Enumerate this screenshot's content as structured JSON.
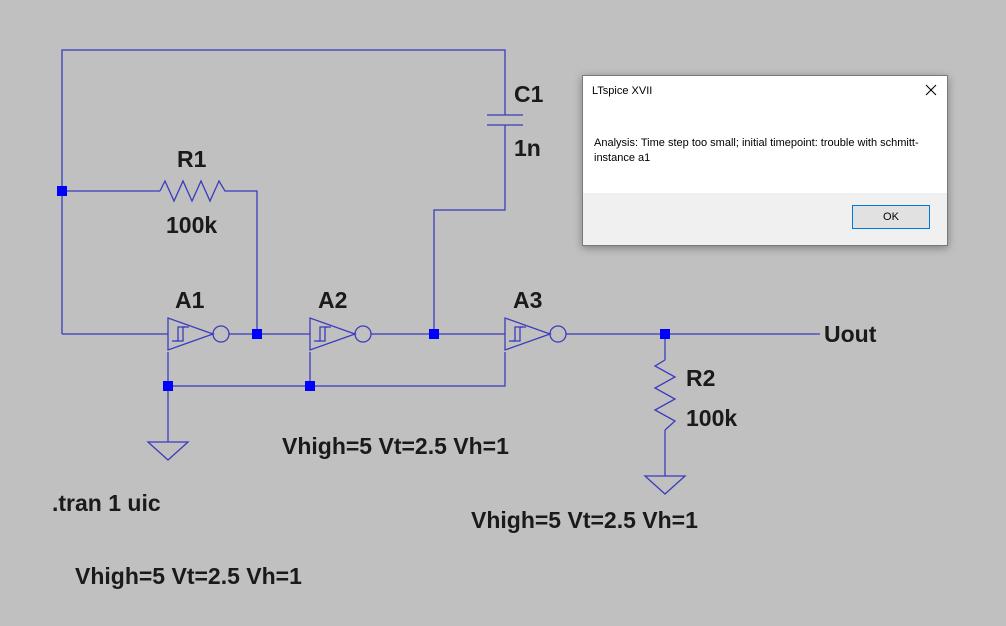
{
  "schematic": {
    "components": {
      "c1": {
        "name": "C1",
        "value": "1n"
      },
      "r1": {
        "name": "R1",
        "value": "100k"
      },
      "r2": {
        "name": "R2",
        "value": "100k"
      },
      "a1": {
        "name": "A1"
      },
      "a2": {
        "name": "A2"
      },
      "a3": {
        "name": "A3"
      }
    },
    "net_label": "Uout",
    "directives": {
      "params_a2": "Vhigh=5 Vt=2.5 Vh=1",
      "params_a3": "Vhigh=5 Vt=2.5 Vh=1",
      "params_a1": "Vhigh=5 Vt=2.5 Vh=1",
      "tran": ".tran 1 uic"
    },
    "colors": {
      "wire": "#3b3bbd",
      "node": "#0000ff",
      "background": "#c0c0c0"
    }
  },
  "dialog": {
    "title": "LTspice XVII",
    "message": "Analysis:  Time step too small; initial timepoint: trouble with schmitt-instance a1",
    "ok_label": "OK",
    "close_icon": "close-icon"
  }
}
